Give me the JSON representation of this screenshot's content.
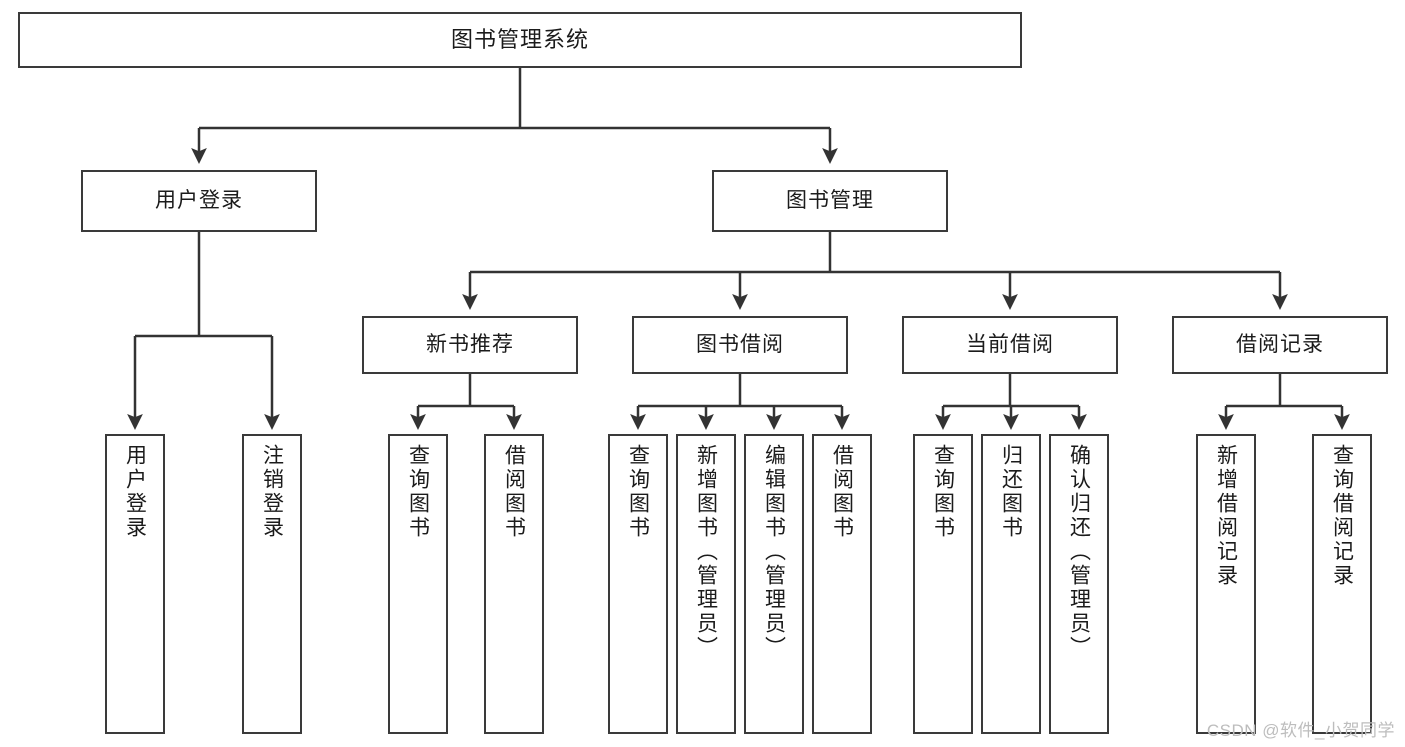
{
  "diagram": {
    "title": "图书管理系统",
    "type": "功能结构图",
    "watermark": "CSDN @软件_小贺同学",
    "colors": {
      "box_border": "#3a3a3a",
      "box_fill": "#ffffff",
      "line": "#333333",
      "text": "#1b1b1b",
      "watermark": "#bdbdbd",
      "background": "#ffffff"
    },
    "root": {
      "label": "图书管理系统"
    },
    "level2": [
      {
        "id": "user-login",
        "label": "用户登录"
      },
      {
        "id": "book-management",
        "label": "图书管理"
      }
    ],
    "level3": [
      {
        "id": "new-book-recommend",
        "label": "新书推荐"
      },
      {
        "id": "book-borrow",
        "label": "图书借阅"
      },
      {
        "id": "current-borrow",
        "label": "当前借阅"
      },
      {
        "id": "borrow-record",
        "label": "借阅记录"
      }
    ],
    "leaves": {
      "user_login": [
        {
          "id": "leaf-user-login",
          "label": "用户登录"
        },
        {
          "id": "leaf-logout-login",
          "label": "注销登录"
        }
      ],
      "new_book_recommend": [
        {
          "id": "leaf-query-book-1",
          "label": "查询图书"
        },
        {
          "id": "leaf-borrow-book-1",
          "label": "借阅图书"
        }
      ],
      "book_borrow": [
        {
          "id": "leaf-query-book-2",
          "label": "查询图书"
        },
        {
          "id": "leaf-add-book-admin",
          "label": "新增图书（管理员）"
        },
        {
          "id": "leaf-edit-book-admin",
          "label": "编辑图书（管理员）"
        },
        {
          "id": "leaf-borrow-book-2",
          "label": "借阅图书"
        }
      ],
      "current_borrow": [
        {
          "id": "leaf-query-book-3",
          "label": "查询图书"
        },
        {
          "id": "leaf-return-book",
          "label": "归还图书"
        },
        {
          "id": "leaf-confirm-return-admin",
          "label": "确认归还（管理员）"
        }
      ],
      "borrow_record": [
        {
          "id": "leaf-add-borrow-record",
          "label": "新增借阅记录"
        },
        {
          "id": "leaf-query-borrow-record",
          "label": "查询借阅记录"
        }
      ]
    }
  }
}
